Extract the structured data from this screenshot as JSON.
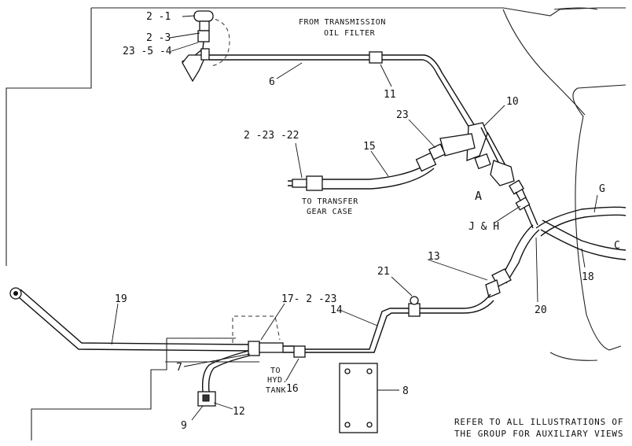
{
  "callouts": {
    "c1": "2 -1",
    "c2": "2 -3",
    "c3": "23  -5 -4",
    "c4": "6",
    "c5": "11",
    "c6": "10",
    "c7": "23",
    "c8": "15",
    "c9": "2 -23 -22",
    "c10": "A",
    "c11": "J & H",
    "c12": "G",
    "c13": "C",
    "c14": "13",
    "c15": "18",
    "c16": "21",
    "c17": "20",
    "c18": "19",
    "c19": "17- 2 -23",
    "c20": "14",
    "c21": "7",
    "c22": "16",
    "c23": "8",
    "c24": "9",
    "c25": "12"
  },
  "notes": {
    "from_line1": "FROM TRANSMISSION",
    "from_line2": "OIL FILTER",
    "transfer_line1": "TO TRANSFER",
    "transfer_line2": "GEAR CASE",
    "hyd_line1": "TO",
    "hyd_line2": "HYD.",
    "hyd_line3": "TANK",
    "refer_line1": "REFER TO ALL ILLUSTRATIONS OF",
    "refer_line2": "THE GROUP FOR AUXILIARY VIEWS"
  }
}
